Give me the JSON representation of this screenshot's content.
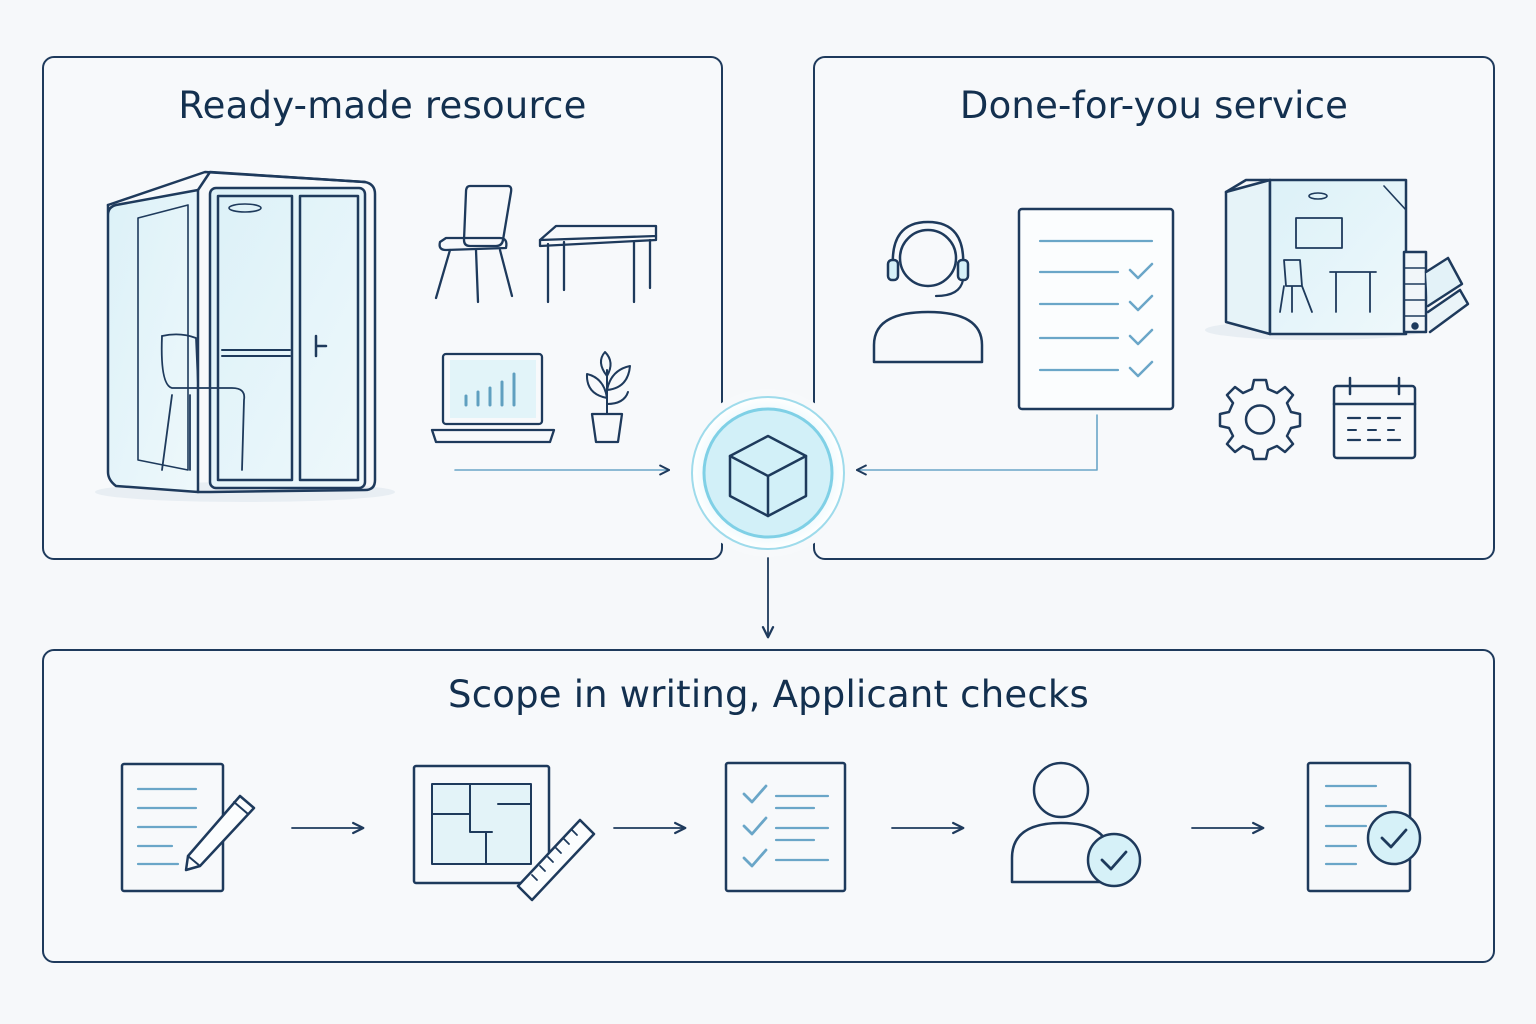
{
  "panels": {
    "left": {
      "title": "Ready-made resource"
    },
    "right": {
      "title": "Done-for-you service"
    },
    "bottom": {
      "title": "Scope in writing, Applicant checks"
    }
  },
  "icons": {
    "left": [
      "booth-icon",
      "chair-icon",
      "desk-icon",
      "laptop-chart-icon",
      "plant-icon"
    ],
    "right": [
      "support-agent-icon",
      "checklist-document-icon",
      "furnished-booth-icon",
      "swatch-icon",
      "gear-icon",
      "calendar-icon"
    ],
    "hub": "cube-icon",
    "steps": [
      "document-pen-icon",
      "floor-plan-ruler-icon",
      "checklist-icon",
      "person-check-icon",
      "document-check-icon"
    ]
  },
  "colors": {
    "ink": "#1e3a5c",
    "accent": "#7fd0e6",
    "accent_fill": "#d6f1f8",
    "text": "#13304f"
  }
}
